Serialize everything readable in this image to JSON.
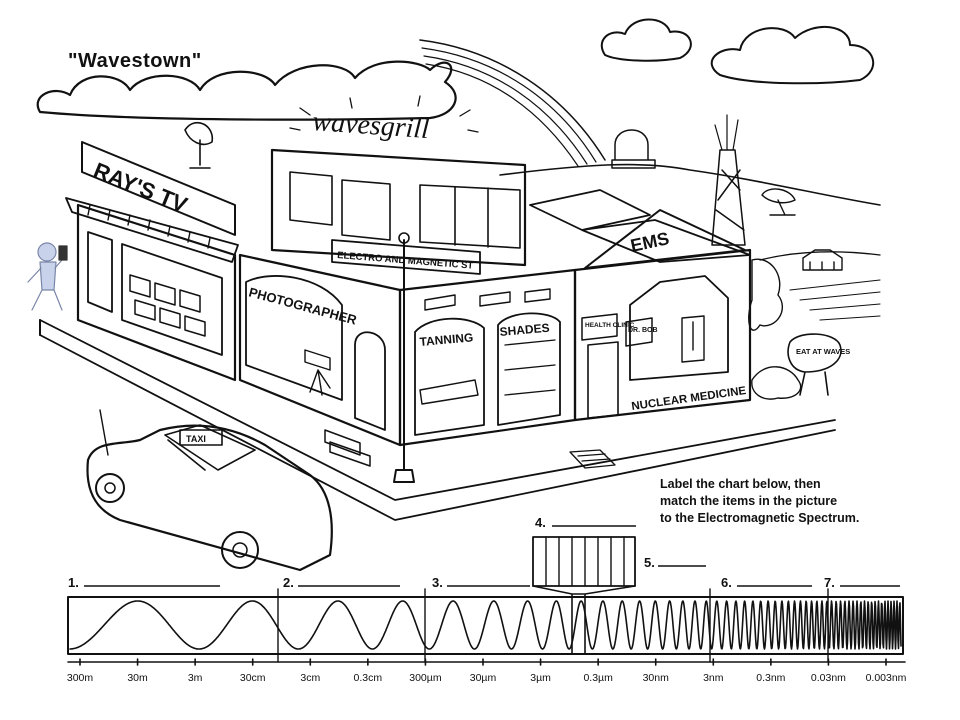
{
  "title": "\"Wavestown\"",
  "instructions": [
    "Label the chart below, then",
    "match the items in the picture",
    "to the Electromagnetic Spectrum."
  ],
  "signs": {
    "tv_shop": "RAY'S TV",
    "grill": "wavesgrill",
    "street": "ELECTRO AND MAGNETIC ST",
    "photographer": "PHOTOGRAPHER",
    "tanning": "TANNING",
    "shades": "SHADES",
    "clinic": "EMS",
    "health_clinic": "HEALTH CLINIC",
    "doctor": "DR. BOB",
    "nuclear": "NUCLEAR MEDICINE",
    "eat_sign": "EAT AT WAVES",
    "taxi": "TAXI"
  },
  "blanks": [
    {
      "number": "1."
    },
    {
      "number": "2."
    },
    {
      "number": "3."
    },
    {
      "number": "4."
    },
    {
      "number": "5."
    },
    {
      "number": "6."
    },
    {
      "number": "7."
    }
  ],
  "scale_labels": [
    "300m",
    "30m",
    "3m",
    "30cm",
    "3cm",
    "0.3cm",
    "300µm",
    "30µm",
    "3µm",
    "0.3µm",
    "30nm",
    "3nm",
    "0.3nm",
    "0.03nm",
    "0.003nm"
  ],
  "colors": {
    "ink": "#111111",
    "figure": "#c8d2ea"
  }
}
